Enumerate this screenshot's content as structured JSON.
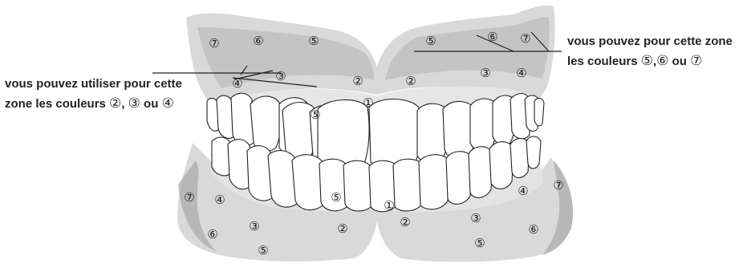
{
  "notes": {
    "left": {
      "line1": "vous pouvez utiliser pour cette",
      "line2_prefix": "zone les couleurs ",
      "n1": "②",
      "sep1": ", ",
      "n2": "③",
      "sep2": " ou ",
      "n3": "④"
    },
    "right": {
      "line1": "vous pouvez pour cette zone",
      "line2_prefix": "les couleurs ",
      "n1": "⑤",
      "sep1": ",",
      "n2": "⑥",
      "sep2": " ou ",
      "n3": "⑦"
    }
  },
  "zone_labels": {
    "upper_left": [
      "⑦",
      "⑥",
      "⑤",
      "③",
      "④",
      "②",
      "⑤"
    ],
    "upper_right": [
      "⑤",
      "⑥",
      "⑦",
      "②",
      "③",
      "④"
    ],
    "center": [
      "①",
      "①"
    ],
    "lower_left": [
      "⑦",
      "④",
      "⑥",
      "③",
      "⑤",
      "②",
      "⑤"
    ],
    "lower_right": [
      "②",
      "③",
      "⑤",
      "④",
      "⑦",
      "⑥"
    ]
  },
  "colors": {
    "gum_light": "#d9d9d9",
    "gum_mid": "#bdbdbd",
    "gum_dark": "#9e9e9e",
    "tooth_fill": "#ffffff",
    "outline": "#222222"
  }
}
